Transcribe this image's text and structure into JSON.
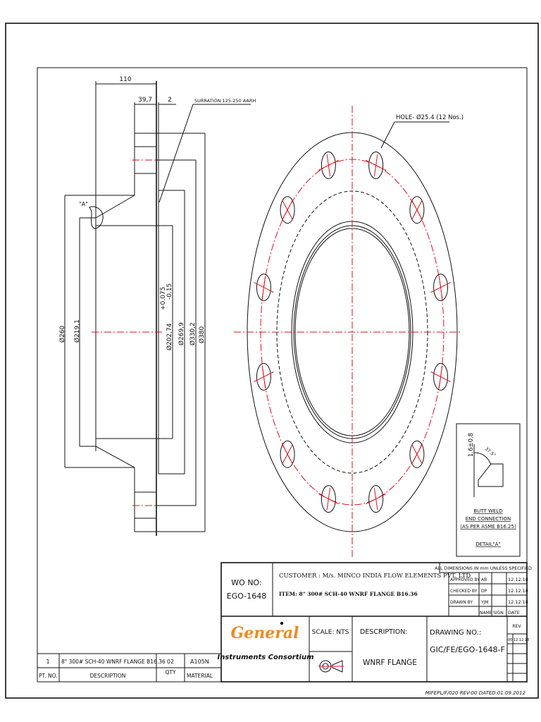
{
  "section_view": {
    "dim_length": "110",
    "dim_flange_thk": "39,7",
    "dim_raised_face": "2",
    "surface_note": "SURRATION 125-250 AARH",
    "detail_ref": "\"A\"",
    "dim_hub_dia": "Ø260",
    "dim_weld_dia": "Ø219,1",
    "dim_bore_dia": "Ø202,74",
    "dim_bore_tol_plus": "+0.075",
    "dim_bore_tol_minus": "-0.15",
    "dim_rf_dia": "Ø269,9",
    "dim_pcd": "Ø330,2",
    "dim_od": "Ø380"
  },
  "front_view": {
    "hole_note": "HOLE- Ø25.4 (12 Nos.)",
    "bolt_hole_count": 12
  },
  "detail_a": {
    "dim_land": "1.6±0.8",
    "angle": "37.5°",
    "line1": "BUTT WELD",
    "line2": "END CONNECTION",
    "line3": "(AS PER ASME B16.25)",
    "title": "DETAIL\"A\""
  },
  "title_block": {
    "wo_label": "WO NO:",
    "wo_value": "EGO-1648",
    "customer": "CUSTOMER : M/s. MINCO INDIA FLOW ELEMENTS PVT. LTD",
    "item": "ITEM: 8\" 300# SCH-40 WNRF FLANGE B16.36",
    "dimensions_note": "ALL DIMENSIONS IN mm UNLESS SPECIFIED",
    "approvals": [
      {
        "role": "APPROVED BY",
        "name": "AB",
        "date": "12.12.18"
      },
      {
        "role": "CHECKED BY",
        "name": "DP",
        "date": "12.12.18"
      },
      {
        "role": "DRAWN BY",
        "name": "YJM",
        "date": "12.12.18"
      }
    ],
    "col_name": "NAME",
    "col_sign": "SIGN",
    "col_date": "DATE",
    "logo_text": "General",
    "company": "Instruments  Consortium",
    "scale": "SCALE: NTS",
    "description_label": "DESCRIPTION:",
    "description": "WNRF FLANGE",
    "drawing_no_label": "DRAWING NO.:",
    "drawing_no": "GIC/FE/EGO-1648-F",
    "rev_label": "REV.",
    "rev_no": "00",
    "rev_date": "12.12.18",
    "logo_color": "#f08a1c"
  },
  "parts_list": {
    "headers": {
      "pt_no": "PT. NO.",
      "description": "DESCRIPTION",
      "qty": "QTY",
      "material": "MATERIAL"
    },
    "rows": [
      {
        "pt_no": "1",
        "description": "8\" 300# SCH-40 WNRF FLANGE B16.36",
        "qty": "02",
        "material": "A105N"
      }
    ]
  },
  "footer": "MIFEPL/F/020  REV-00 DATED:01.09.2012"
}
